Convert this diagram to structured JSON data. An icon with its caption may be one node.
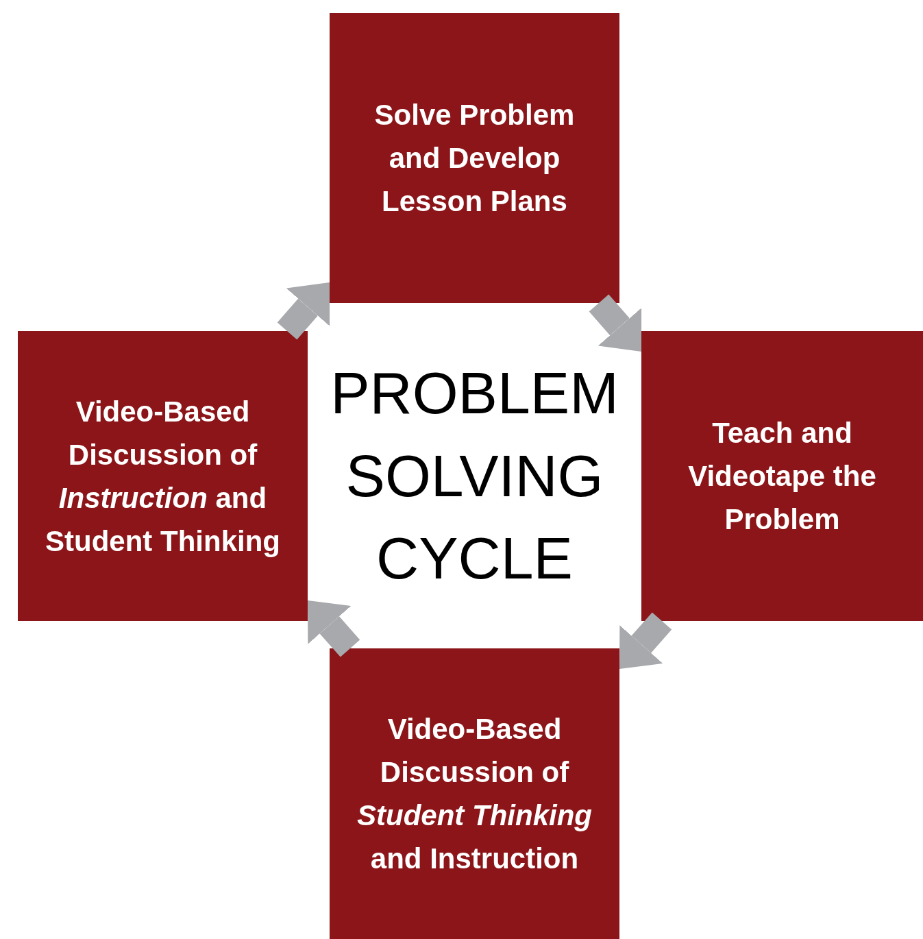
{
  "diagram": {
    "nodes": [
      {
        "text": [
          "Solve Problem and Develop Lesson Plans"
        ]
      },
      {
        "text": [
          "Teach and Videotape the Problem"
        ]
      },
      {
        "text": [
          "Video-Based Discussion of *Student Thinking* and Instruction"
        ]
      },
      {
        "text": [
          "Video-Based Discussion of *Instruction* and Student Thinking"
        ]
      }
    ],
    "edges": [
      {
        "from": 0,
        "to": 1,
        "arrow": "to"
      },
      {
        "from": 1,
        "to": 2,
        "arrow": "to"
      },
      {
        "from": 2,
        "to": 3,
        "arrow": "to"
      },
      {
        "from": 3,
        "to": 0,
        "arrow": "to"
      }
    ],
    "labels": [
      "PROBLEM SOLVING CYCLE"
    ]
  }
}
